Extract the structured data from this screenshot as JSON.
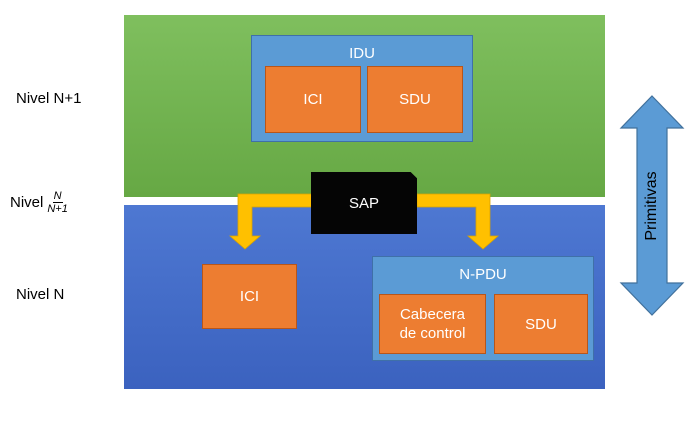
{
  "levels": {
    "upper": "Nivel N+1",
    "middle_prefix": "Nivel",
    "middle_numerator": "N",
    "middle_denominator": "N+1",
    "lower": "Nivel N"
  },
  "top_layer": {
    "idu_title": "IDU",
    "ici": "ICI",
    "sdu": "SDU"
  },
  "sap": "SAP",
  "bottom_layer": {
    "ici": "ICI",
    "npdu_title": "N-PDU",
    "header_line1": "Cabecera",
    "header_line2": "de control",
    "sdu": "SDU"
  },
  "primitives": "Primitivas",
  "colors": {
    "upper_layer": "#70ad47",
    "lower_layer": "#4472c4",
    "container": "#5b9bd5",
    "unit": "#ed7d31",
    "arrow_yellow": "#ffc000",
    "sap_box": "#000000"
  }
}
